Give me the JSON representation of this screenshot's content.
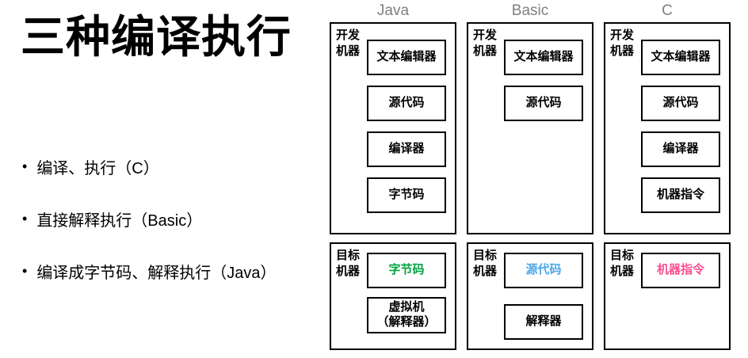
{
  "title": "三种编译执行",
  "bullets": [
    "编译、执行（C）",
    "直接解释执行（Basic）",
    "编译成字节码、解释执行（Java）"
  ],
  "machine_labels": {
    "dev": "开发\n机器",
    "target": "目标\n机器"
  },
  "columns": [
    {
      "header": "Java",
      "dev_items": [
        "文本编辑器",
        "源代码",
        "编译器",
        "字节码"
      ],
      "target_items": [
        {
          "label": "字节码",
          "color": "#00a33e"
        },
        {
          "label": "虚拟机\n（解释器）",
          "color": "#000000"
        }
      ]
    },
    {
      "header": "Basic",
      "dev_items": [
        "文本编辑器",
        "源代码"
      ],
      "target_items": [
        {
          "label": "源代码",
          "color": "#4da6e8"
        },
        {
          "label": "解释器",
          "color": "#000000"
        }
      ]
    },
    {
      "header": "C",
      "dev_items": [
        "文本编辑器",
        "源代码",
        "编译器",
        "机器指令"
      ],
      "target_items": [
        {
          "label": "机器指令",
          "color": "#ff4d8f"
        }
      ]
    }
  ]
}
